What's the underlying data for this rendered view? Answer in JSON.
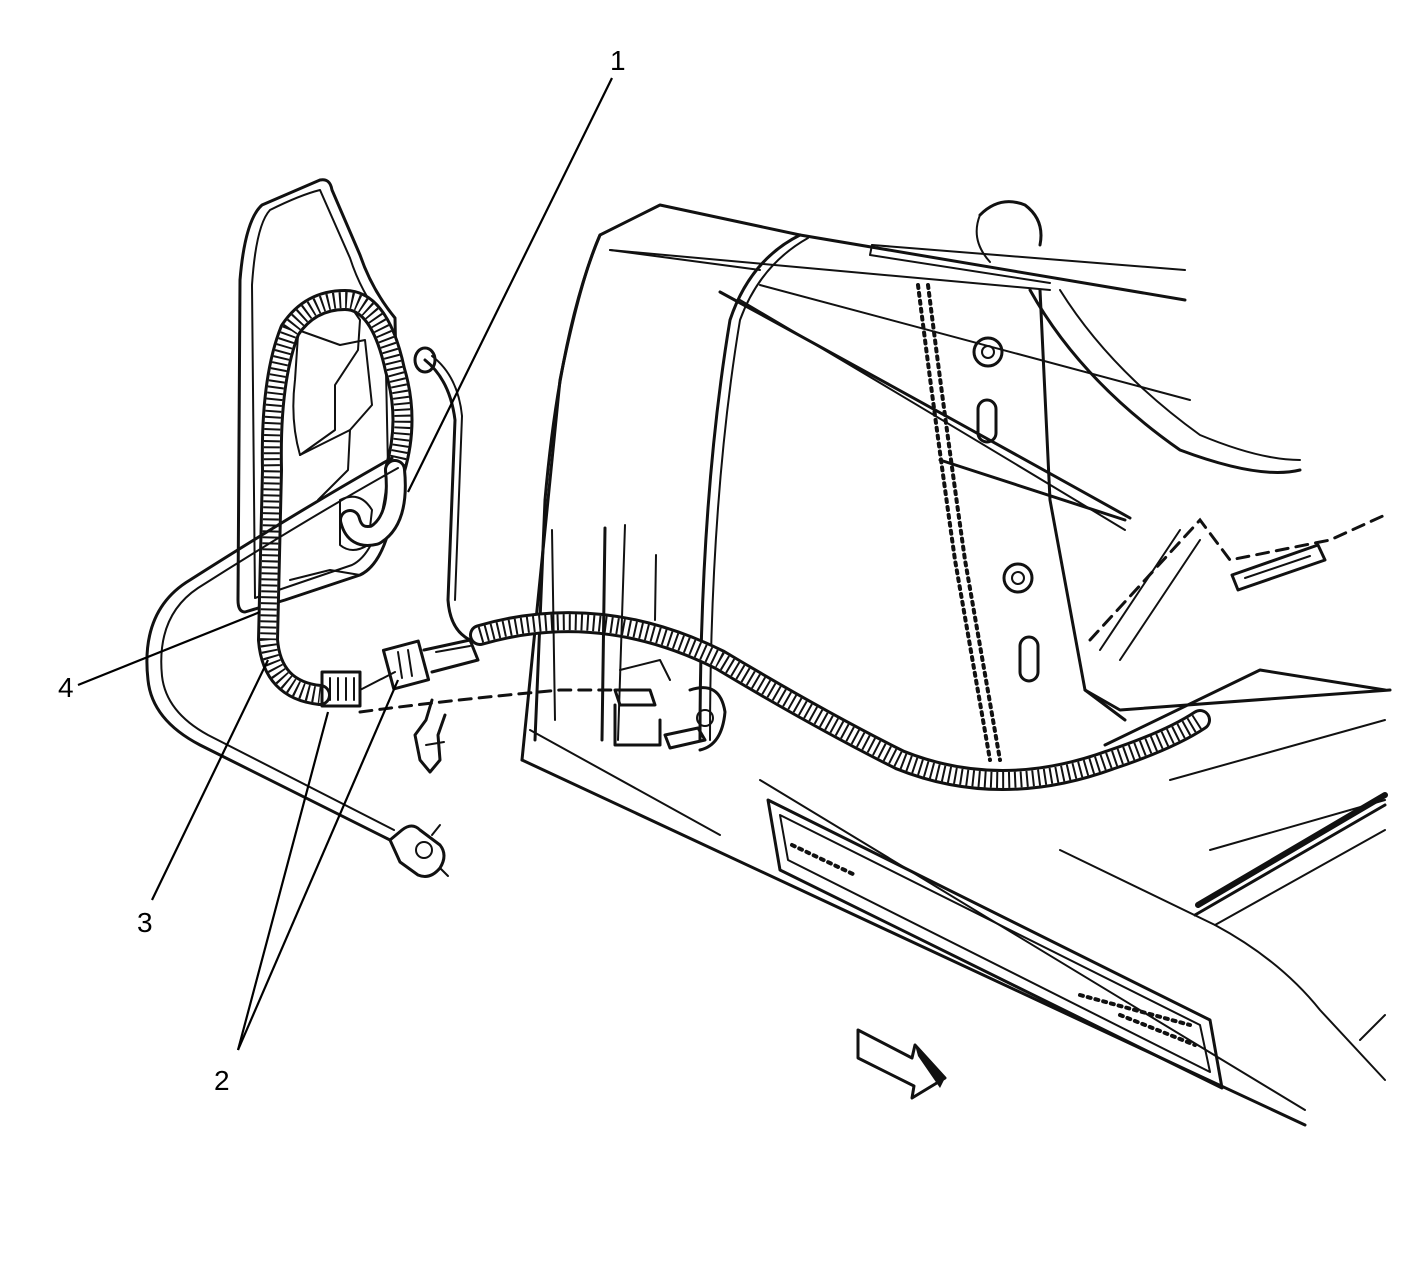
{
  "callouts": {
    "c1": "1",
    "c2": "2",
    "c3": "3",
    "c4": "4"
  },
  "colors": {
    "ink": "#111111",
    "paper": "#ffffff"
  }
}
